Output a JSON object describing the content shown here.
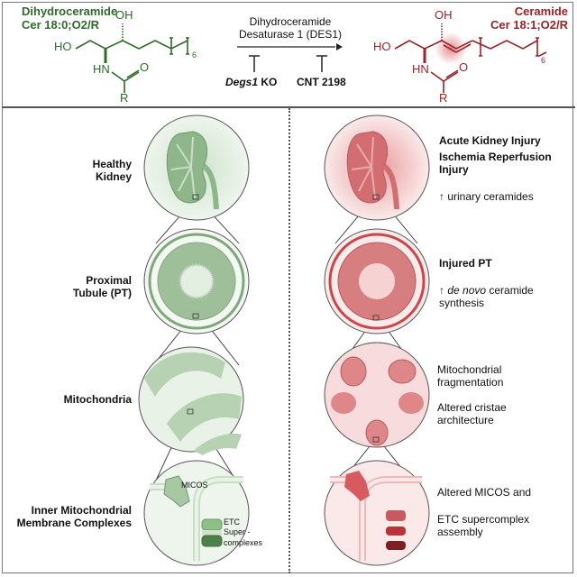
{
  "header": {
    "left_molecule": {
      "name": "Dihydroceramide",
      "notation": "Cer 18:0;O2/R",
      "color": "#2e6b2a",
      "atoms": {
        "oh_top": "OH",
        "ho_left": "HO",
        "hn": "HN",
        "o": "O",
        "r": "R",
        "repeat": "6"
      }
    },
    "enzyme": {
      "line1": "Dihydroceramide",
      "line2": "Desaturase 1 (DES1)"
    },
    "inhibitors": [
      {
        "label_italic": "Degs1",
        "label_rest": " KO"
      },
      {
        "label_italic": "",
        "label_rest": "CNT 2198"
      }
    ],
    "right_molecule": {
      "name": "Ceramide",
      "notation": "Cer 18:1;O2/R",
      "color": "#9b2227",
      "atoms": {
        "oh_top": "OH",
        "ho_left": "HO",
        "hn": "HN",
        "o": "O",
        "r": "R",
        "repeat": "6"
      }
    }
  },
  "healthy": {
    "color": "#5f8f5a",
    "rows": [
      {
        "label": "Healthy\nKidney",
        "label_l1": "Healthy",
        "label_l2": "Kidney"
      },
      {
        "label_l1": "Proximal",
        "label_l2": "Tubule (PT)"
      },
      {
        "label_l1": "Mitochondria",
        "label_l2": ""
      },
      {
        "label_l1": "Inner Mitochondrial",
        "label_l2": "Membrane Complexes"
      }
    ],
    "micos_label": "MICOS",
    "etc_label": [
      "ETC",
      "Super -",
      "complexes"
    ]
  },
  "injured": {
    "color": "#c9474c",
    "kidney": {
      "title1": "Acute Kidney Injury",
      "title2": "Ischemia Reperfusion",
      "title3": "Injury",
      "note_arrow": "↑",
      "note": "urinary ceramides"
    },
    "pt": {
      "title": "Injured PT",
      "note_arrow": "↑",
      "note_italic": "de novo",
      "note_rest": " ceramide",
      "note_l2": "synthesis"
    },
    "mito": {
      "l1": "Mitochondrial",
      "l2": "fragmentation",
      "l3": "Altered cristae",
      "l4": "architecture"
    },
    "imm": {
      "l1": "Altered MICOS and",
      "l2": "ETC supercomplex",
      "l3": "assembly"
    }
  }
}
